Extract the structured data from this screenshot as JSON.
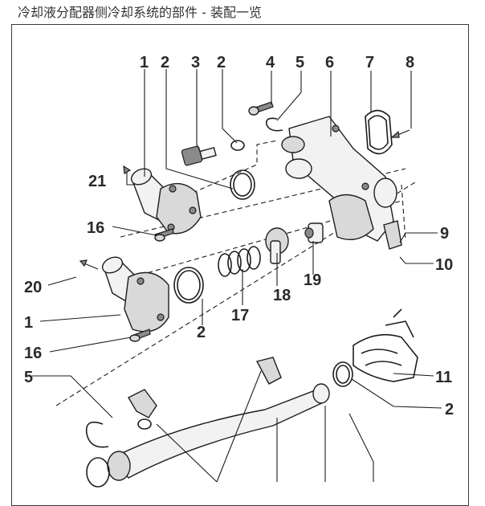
{
  "title": "冷却液分配器侧冷却系统的部件 - 装配一览",
  "callouts": {
    "c1a": "1",
    "c2a": "2",
    "c3": "3",
    "c2b": "2",
    "c4": "4",
    "c5a": "5",
    "c6": "6",
    "c7": "7",
    "c8": "8",
    "c21": "21",
    "c16a": "16",
    "c9": "9",
    "c10": "10",
    "c20": "20",
    "c18": "18",
    "c19": "19",
    "c17": "17",
    "c1b": "1",
    "c2c": "2",
    "c16b": "16",
    "c5b": "5",
    "c11": "11",
    "c2d": "2"
  }
}
